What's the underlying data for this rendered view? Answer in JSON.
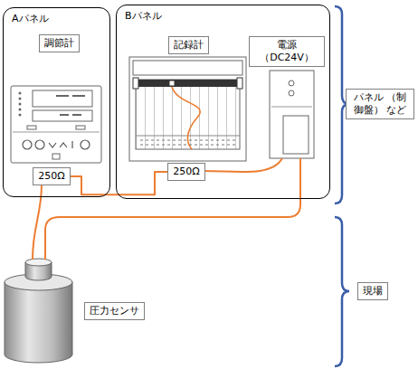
{
  "diagram": {
    "nodes": [
      {
        "text": [
          "Aパネル"
        ]
      },
      {
        "text": [
          "調節計"
        ],
        "in": 0
      },
      {
        "text": [
          "250Ω"
        ],
        "in": 0
      },
      {
        "text": [
          "Bパネル"
        ]
      },
      {
        "text": [
          "記録計"
        ],
        "in": 3
      },
      {
        "text": [
          "250Ω"
        ],
        "in": 3
      },
      {
        "text": [
          "電源 （DC24V）"
        ],
        "in": 3
      },
      {
        "text": [
          "パネル （制御盤） など"
        ]
      },
      {
        "text": [
          "現場"
        ]
      },
      {
        "text": [
          "圧力センサ"
        ]
      }
    ],
    "edges": [
      {
        "from": 2,
        "to": 5,
        "arrow": "none"
      }
    ]
  }
}
